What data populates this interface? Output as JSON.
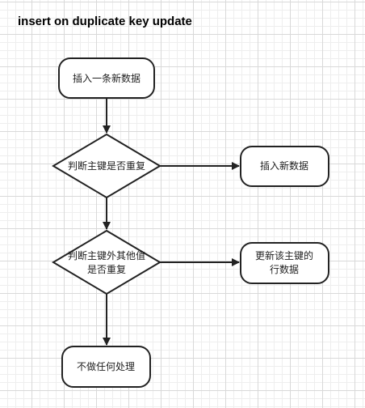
{
  "diagram": {
    "title": "insert on duplicate key update",
    "nodes": {
      "start": {
        "shape": "rounded-rect",
        "lines": [
          "插入一条新数据"
        ]
      },
      "check_pk": {
        "shape": "diamond",
        "lines": [
          "判断主键是否重复"
        ]
      },
      "insert_new": {
        "shape": "rounded-rect",
        "lines": [
          "插入新数据"
        ]
      },
      "check_other": {
        "shape": "diamond",
        "lines": [
          "判断主键外其他值",
          "是否重复"
        ]
      },
      "update_row": {
        "shape": "rounded-rect",
        "lines": [
          "更新该主键的",
          "行数据"
        ]
      },
      "do_nothing": {
        "shape": "rounded-rect",
        "lines": [
          "不做任何处理"
        ]
      }
    },
    "edges": [
      {
        "from": "start",
        "to": "check_pk"
      },
      {
        "from": "check_pk",
        "to": "insert_new"
      },
      {
        "from": "check_pk",
        "to": "check_other"
      },
      {
        "from": "check_other",
        "to": "update_row"
      },
      {
        "from": "check_other",
        "to": "do_nothing"
      }
    ],
    "colors": {
      "stroke": "#222222",
      "fill": "#ffffff",
      "text": "#222222"
    }
  }
}
